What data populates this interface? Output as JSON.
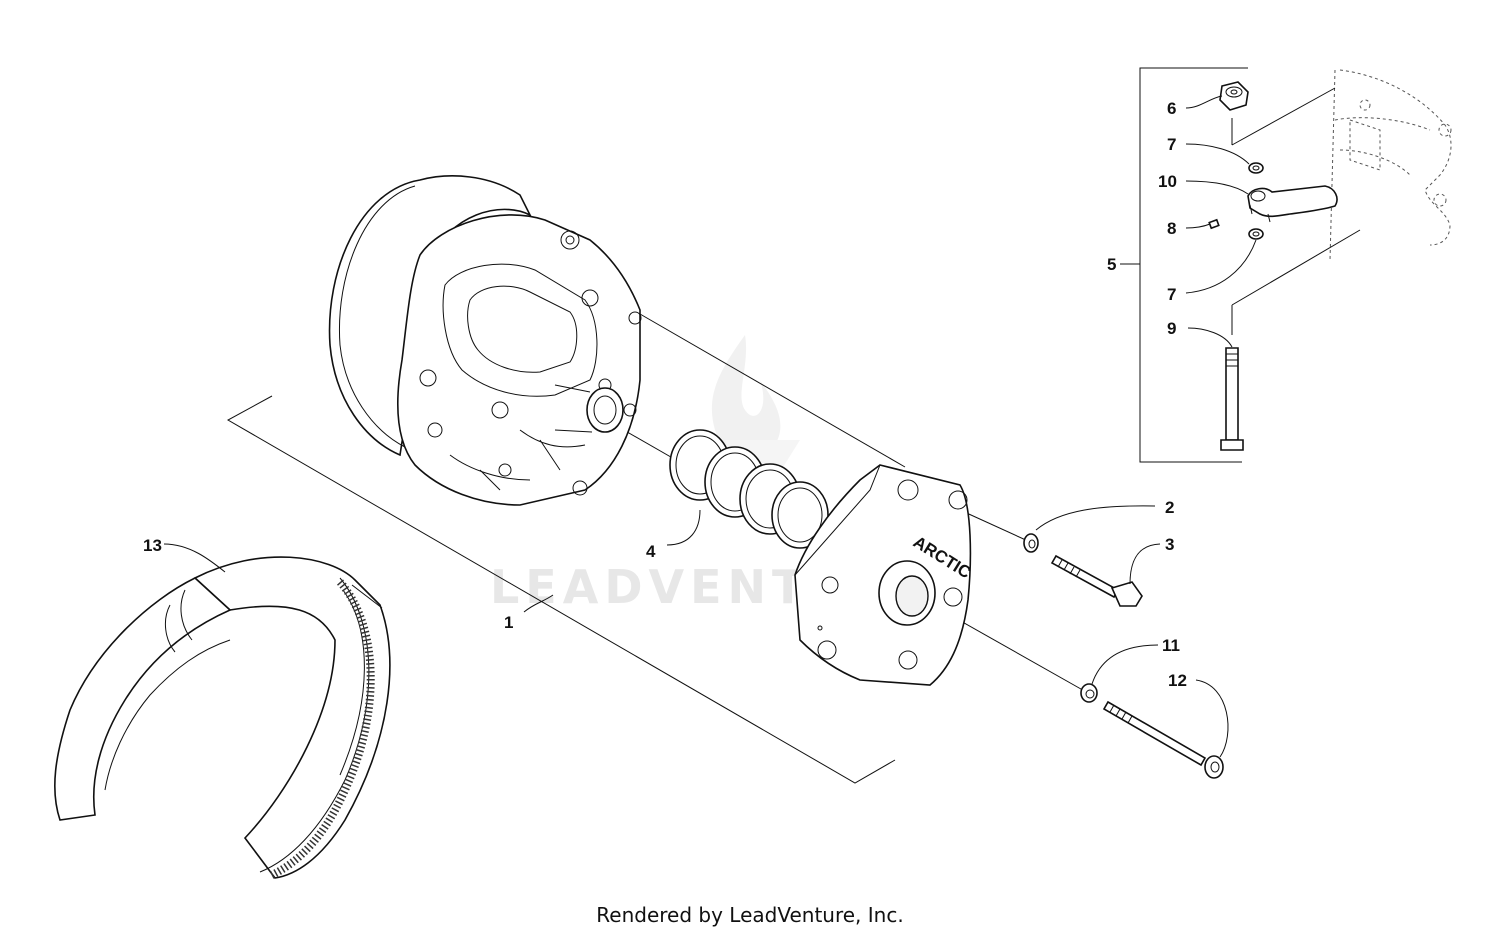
{
  "watermark": "LEADVENTURE",
  "footer": "Rendered by LeadVenture, Inc.",
  "callouts": {
    "c1": "1",
    "c2": "2",
    "c3": "3",
    "c4": "4",
    "c5": "5",
    "c6": "6",
    "c7a": "7",
    "c7b": "7",
    "c8": "8",
    "c9": "9",
    "c10": "10",
    "c11": "11",
    "c12": "12",
    "c13": "13"
  },
  "cover_text": "ARCTIC",
  "icons": {
    "watermark_logo": "flame-logo-icon"
  }
}
